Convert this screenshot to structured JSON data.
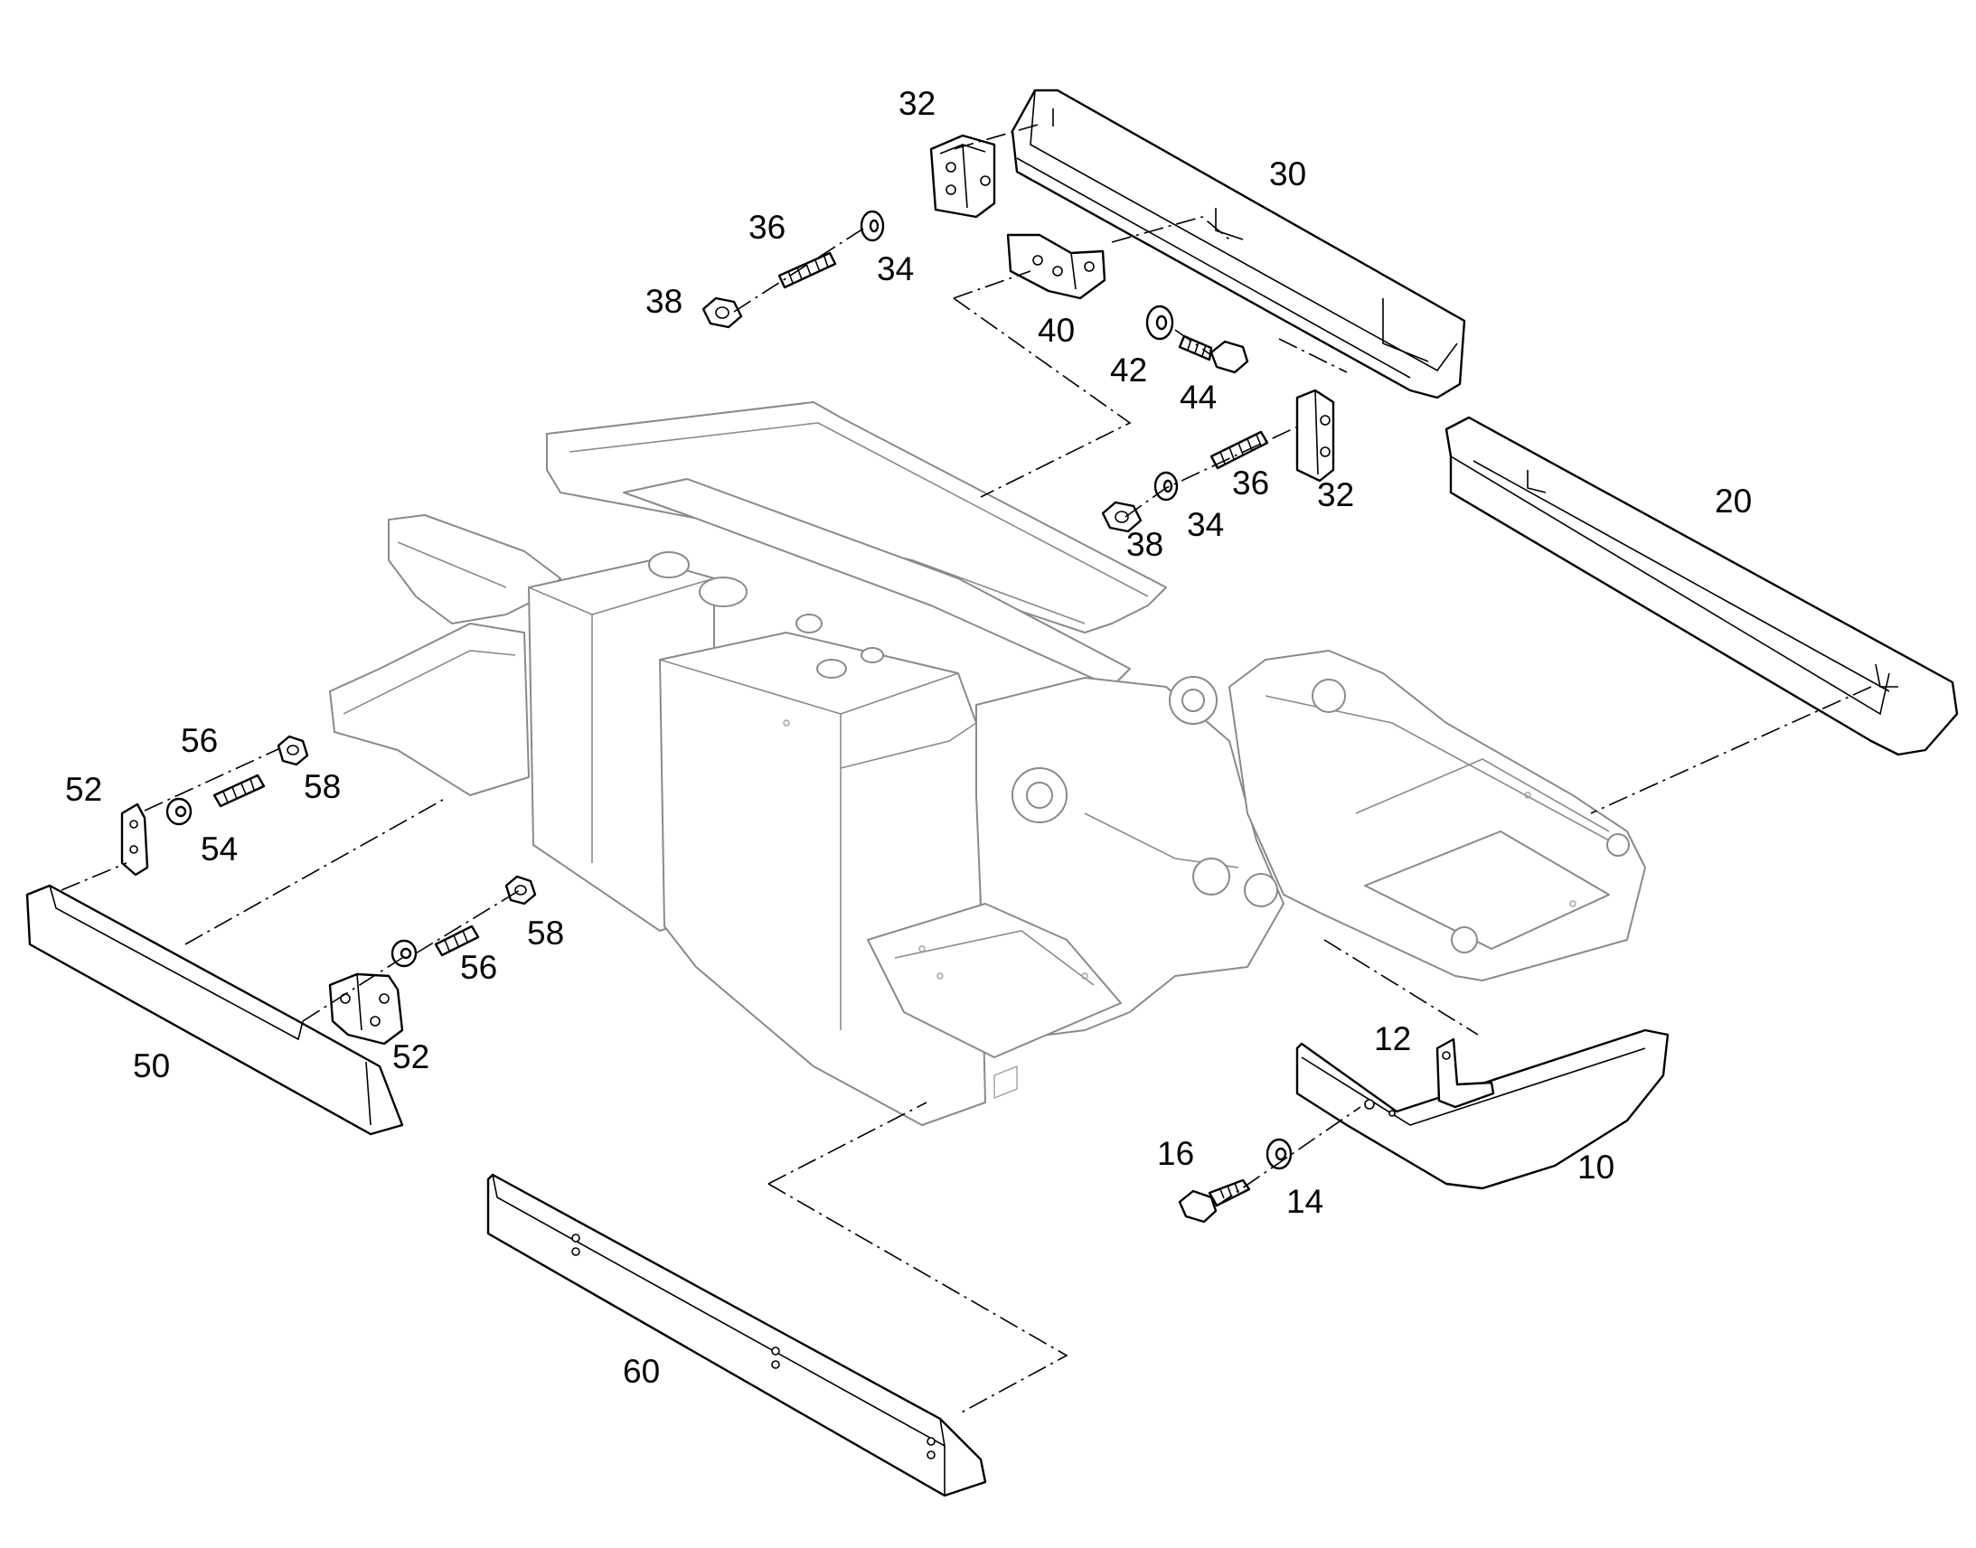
{
  "callouts": {
    "c10": "10",
    "c12": "12",
    "c14": "14",
    "c16": "16",
    "c20": "20",
    "c30": "30",
    "c32a": "32",
    "c32b": "32",
    "c34a": "34",
    "c34b": "34",
    "c36a": "36",
    "c36b": "36",
    "c38a": "38",
    "c38b": "38",
    "c40": "40",
    "c42": "42",
    "c44": "44",
    "c50": "50",
    "c52a": "52",
    "c52b": "52",
    "c54": "54",
    "c56a": "56",
    "c56b": "56",
    "c58a": "58",
    "c58b": "58",
    "c60": "60"
  }
}
